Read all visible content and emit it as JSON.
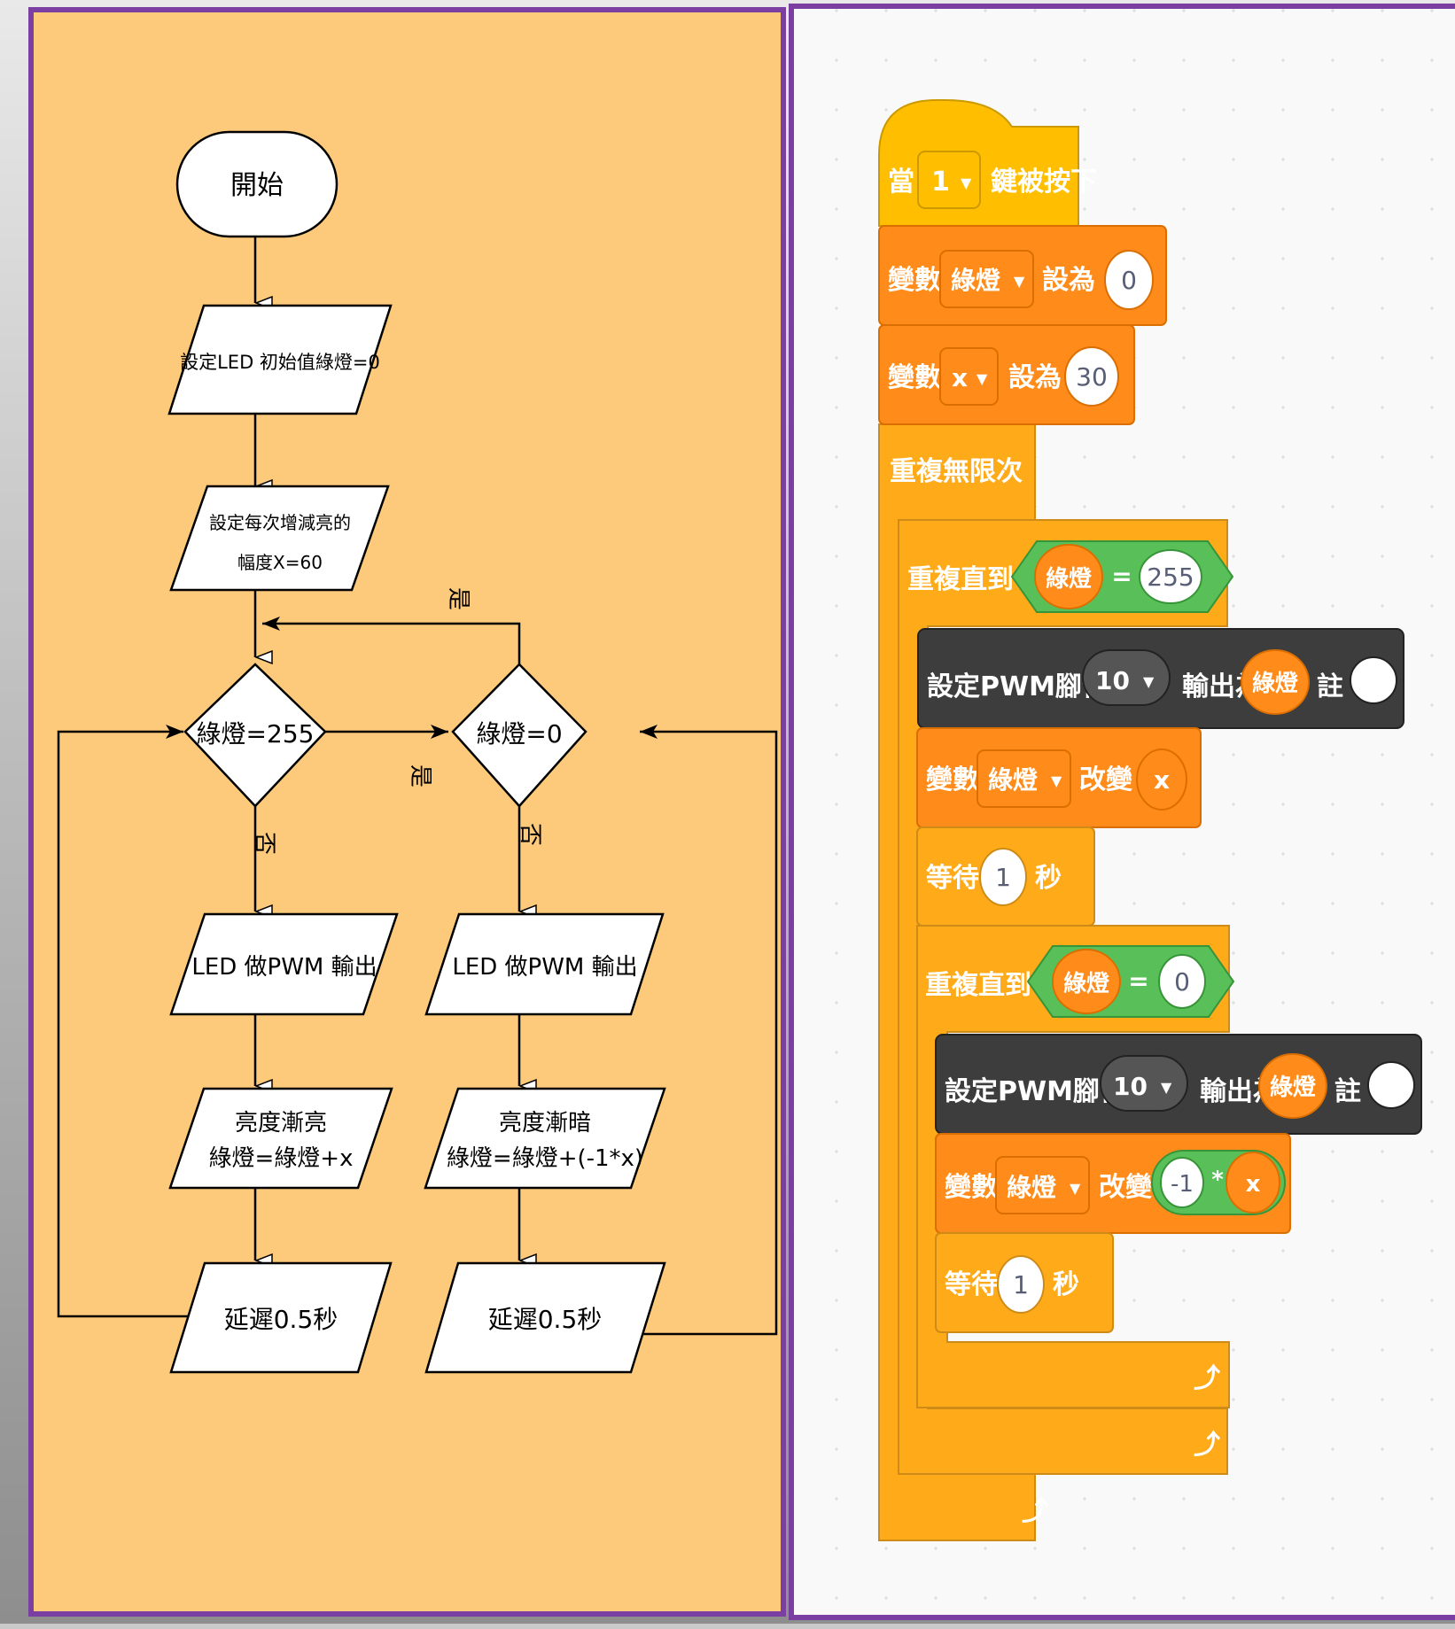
{
  "flowchart": {
    "start": "開始",
    "set_initial": "設定LED 初始值綠燈=0",
    "set_step_line1": "設定每次增減亮的",
    "set_step_line2": "幅度X=60",
    "decision_255": "綠燈=255",
    "decision_0": "綠燈=0",
    "yes_top": "是",
    "yes_mid": "是",
    "no_left": "否",
    "no_right": "否",
    "pwm_left": "LED 做PWM 輸出",
    "pwm_right": "LED 做PWM 輸出",
    "bright_left_line1": "亮度漸亮",
    "bright_left_line2": "綠燈=綠燈+x",
    "bright_right_line1": "亮度漸暗",
    "bright_right_line2": "綠燈=綠燈+(-1*x)",
    "delay_left": "延遲0.5秒",
    "delay_right": "延遲0.5秒"
  },
  "blocks": {
    "hat": {
      "prefix": "當",
      "key": "1",
      "suffix": "鍵被按下"
    },
    "set_green": {
      "label": "變數",
      "var": "綠燈",
      "op": "設為",
      "value": "0"
    },
    "set_x": {
      "label": "變數",
      "var": "x",
      "op": "設為",
      "value": "30"
    },
    "forever": {
      "label": "重複無限次"
    },
    "repeat_until_1": {
      "label": "重複直到",
      "left": "綠燈",
      "op": "=",
      "right": "255"
    },
    "pwm_1": {
      "label": "設定PWM腳位",
      "pin": "10",
      "mid": "輸出為",
      "value": "綠燈",
      "note": "註"
    },
    "change_1": {
      "label": "變數",
      "var": "綠燈",
      "op": "改變",
      "value": "x"
    },
    "wait_1": {
      "label": "等待",
      "value": "1",
      "unit": "秒"
    },
    "repeat_until_2": {
      "label": "重複直到",
      "left": "綠燈",
      "op": "=",
      "right": "0"
    },
    "pwm_2": {
      "label": "設定PWM腳位",
      "pin": "10",
      "mid": "輸出為",
      "value": "綠燈",
      "note": "註"
    },
    "change_2": {
      "label": "變數",
      "var": "綠燈",
      "op": "改變",
      "a": "-1",
      "mul": "*",
      "b": "x"
    },
    "wait_2": {
      "label": "等待",
      "value": "1",
      "unit": "秒"
    },
    "loop_arrow": "⤴"
  },
  "colors": {
    "flow_bg": "#fdc97a",
    "frame": "#7a3fa0",
    "event": "#ffbf00",
    "variable": "#ff8c1a",
    "control": "#ffab19",
    "operator": "#59c059",
    "extension": "#3d3d3d"
  }
}
